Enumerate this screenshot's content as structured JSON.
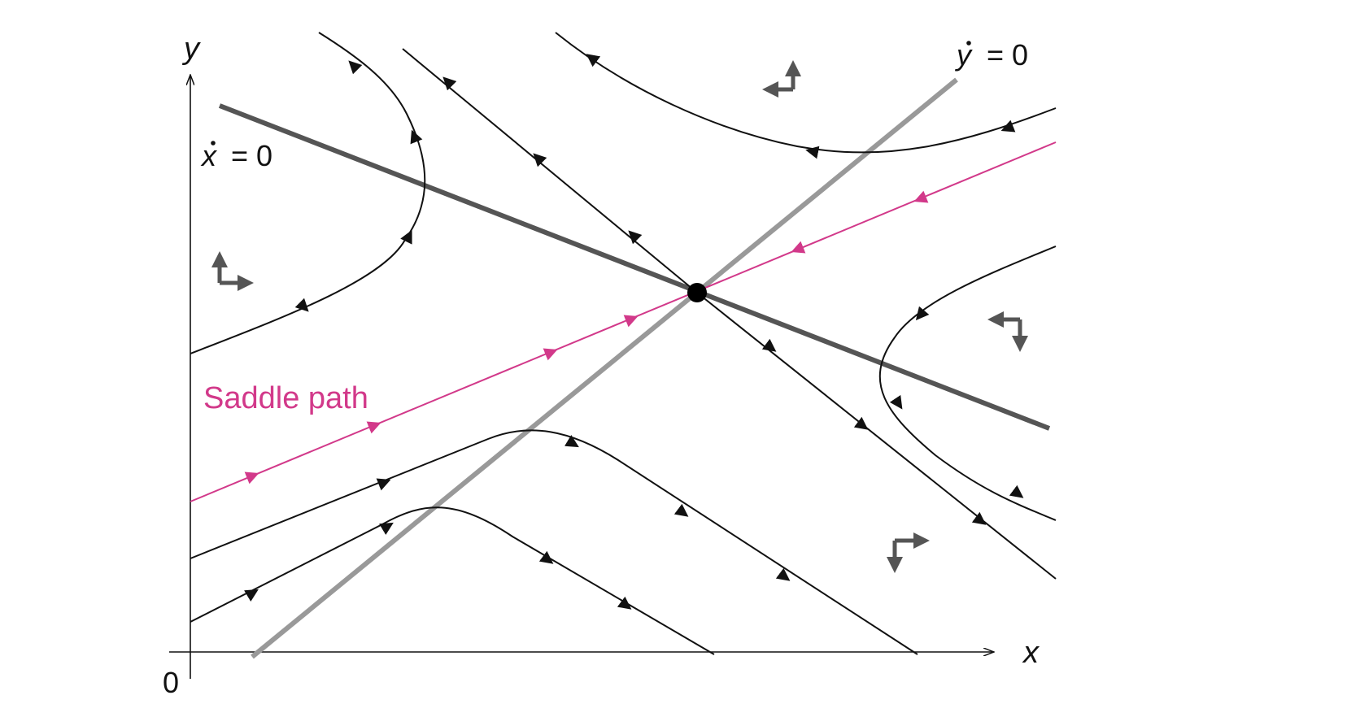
{
  "labels": {
    "y_axis": "y",
    "x_axis": "x",
    "origin": "0",
    "x_nullcline_var": "x",
    "x_nullcline_eq": "= 0",
    "y_nullcline_var": "y",
    "y_nullcline_eq": "= 0",
    "saddle_path": "Saddle path"
  },
  "colors": {
    "trajectory": "#111111",
    "saddle_path": "#d2398a",
    "x_nullcline": "#555555",
    "y_nullcline": "#999999",
    "direction_arrows": "#555555",
    "equilibrium": "#000000"
  },
  "elements": {
    "equilibrium": "saddle-point equilibrium",
    "direction_indicators": [
      "up-left",
      "up-right",
      "down-left",
      "down-right"
    ]
  }
}
